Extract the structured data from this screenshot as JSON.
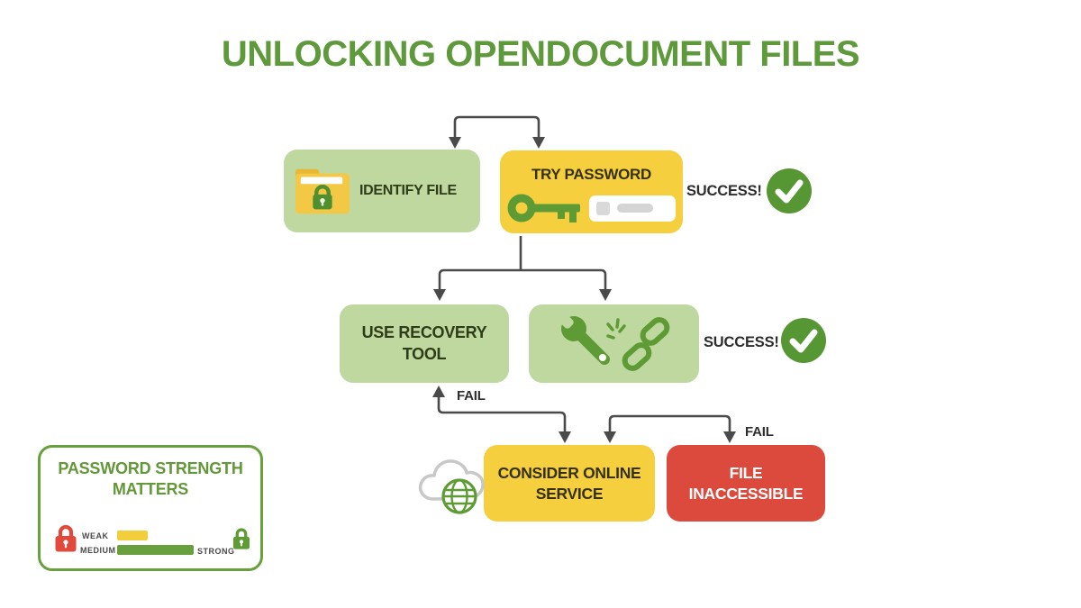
{
  "title": "UNLOCKING OPENDOCUMENT FILES",
  "flowchart": {
    "identify_file": {
      "label": "IDENTIFY FILE",
      "icon": "locked-folder-icon"
    },
    "try_password": {
      "label": "TRY PASSWORD",
      "icon": "key-icon",
      "field": "password-input-illustration"
    },
    "try_password_success": {
      "label": "SUCCESS!",
      "icon": "check-circle-icon"
    },
    "use_recovery_tool": {
      "label": "USE RECOVERY TOOL"
    },
    "repair_file": {
      "icon": "wrench-and-broken-chain-icon"
    },
    "repair_success": {
      "label": "SUCCESS!",
      "icon": "check-circle-icon"
    },
    "recovery_fail": {
      "label": "FAIL"
    },
    "repair_fail": {
      "label": "FAIL"
    },
    "consider_online_service": {
      "label": "CONSIDER ONLINE SERVICE",
      "icon": "cloud-globe-icon"
    },
    "file_inaccessible": {
      "label": "FILE INACCESSIBLE"
    }
  },
  "strength_card": {
    "title": "PASSWORD STRENGTH MATTERS",
    "weak_label": "WEAK",
    "medium_label": "MEDIUM",
    "strong_label": "STRONG",
    "icons": [
      "red-padlock-icon",
      "green-padlock-icon"
    ]
  },
  "colors": {
    "title_green": "#5E9A3B",
    "box_green": "#BED8A0",
    "box_yellow": "#F5CF3E",
    "box_red": "#DC4A3D",
    "icon_green": "#5E9B34",
    "check_green": "#569733",
    "arrow_gray": "#4A4A4A",
    "lock_red": "#E2483C",
    "card_border_green": "#67A03C",
    "bar_yellow": "#F2CE3C",
    "bar_green": "#68A03E"
  }
}
